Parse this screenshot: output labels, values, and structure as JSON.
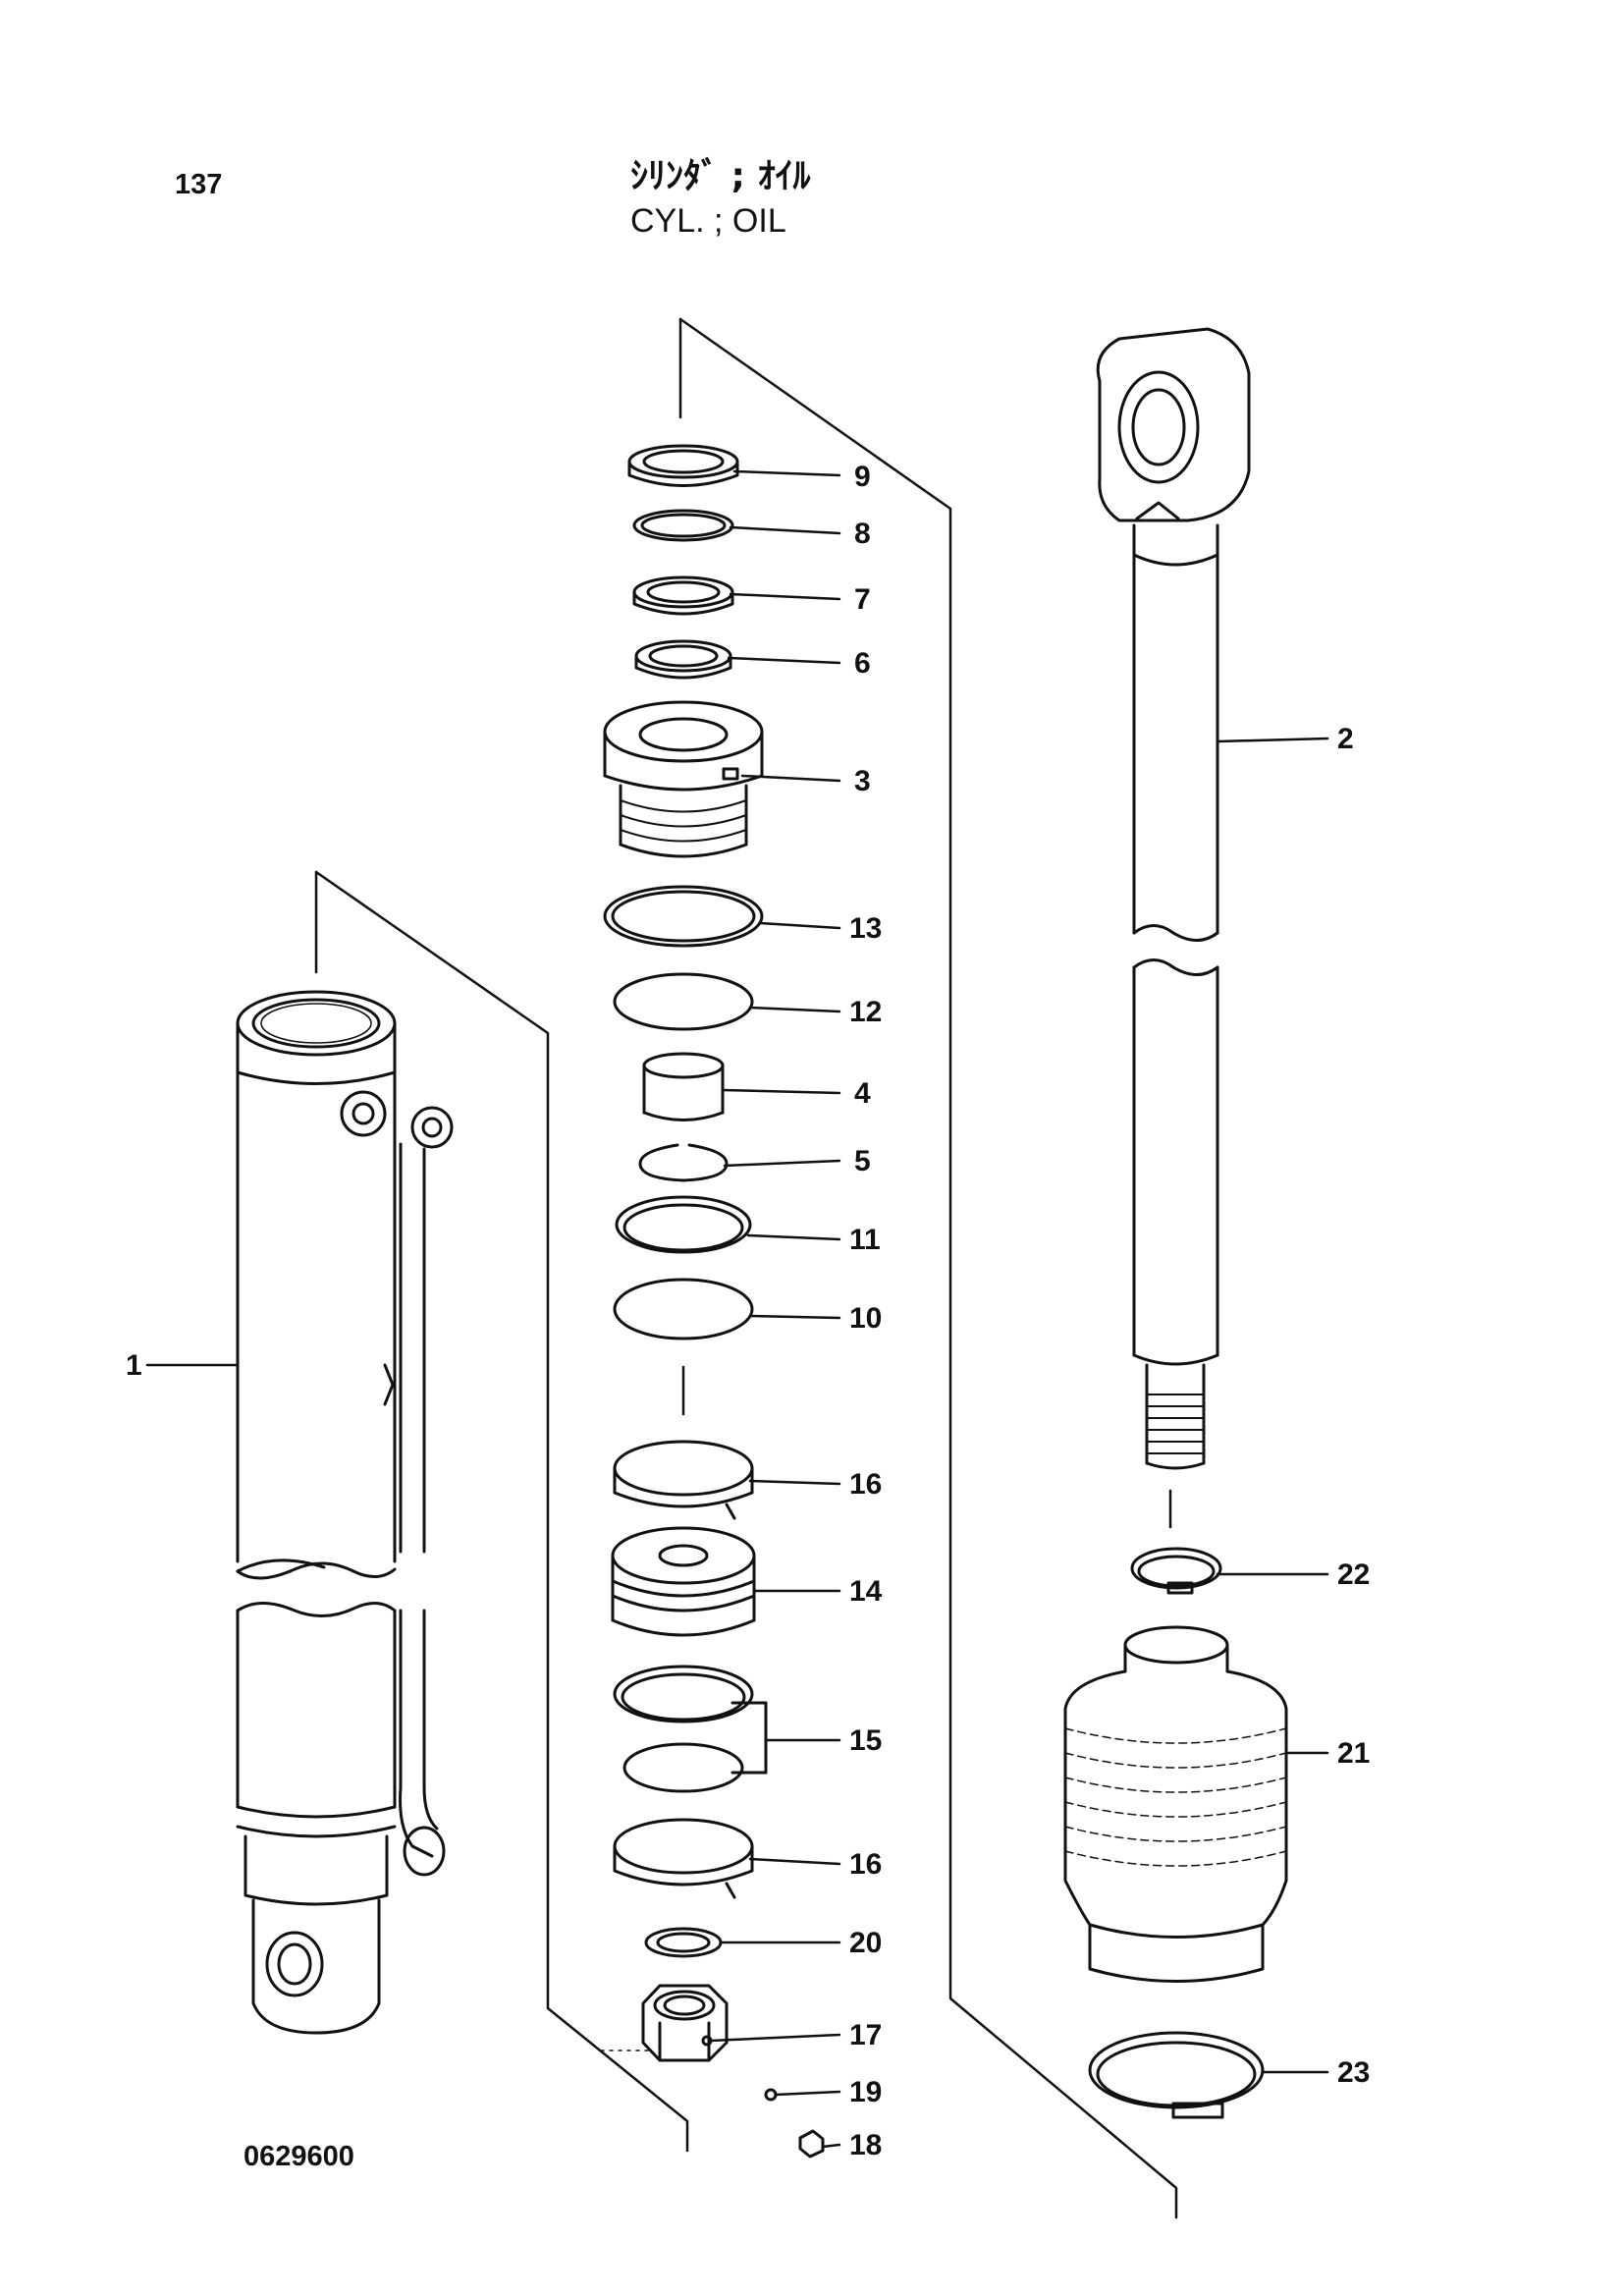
{
  "header": {
    "page_number": "137",
    "title_jp": "ｼﾘﾝﾀﾞ ; ｵｲﾙ",
    "title_en": "CYL. ; OIL"
  },
  "footer": {
    "drawing_number": "0629600"
  },
  "callouts": [
    {
      "id": "9",
      "label": "9"
    },
    {
      "id": "8",
      "label": "8"
    },
    {
      "id": "7",
      "label": "7"
    },
    {
      "id": "6",
      "label": "6"
    },
    {
      "id": "3",
      "label": "3"
    },
    {
      "id": "13",
      "label": "13"
    },
    {
      "id": "12",
      "label": "12"
    },
    {
      "id": "4",
      "label": "4"
    },
    {
      "id": "5",
      "label": "5"
    },
    {
      "id": "11",
      "label": "11"
    },
    {
      "id": "10",
      "label": "10"
    },
    {
      "id": "16a",
      "label": "16"
    },
    {
      "id": "14",
      "label": "14"
    },
    {
      "id": "15",
      "label": "15"
    },
    {
      "id": "16b",
      "label": "16"
    },
    {
      "id": "20",
      "label": "20"
    },
    {
      "id": "17",
      "label": "17"
    },
    {
      "id": "19",
      "label": "19"
    },
    {
      "id": "18",
      "label": "18"
    },
    {
      "id": "2",
      "label": "2"
    },
    {
      "id": "22",
      "label": "22"
    },
    {
      "id": "21",
      "label": "21"
    },
    {
      "id": "23",
      "label": "23"
    },
    {
      "id": "1",
      "label": "1"
    }
  ]
}
